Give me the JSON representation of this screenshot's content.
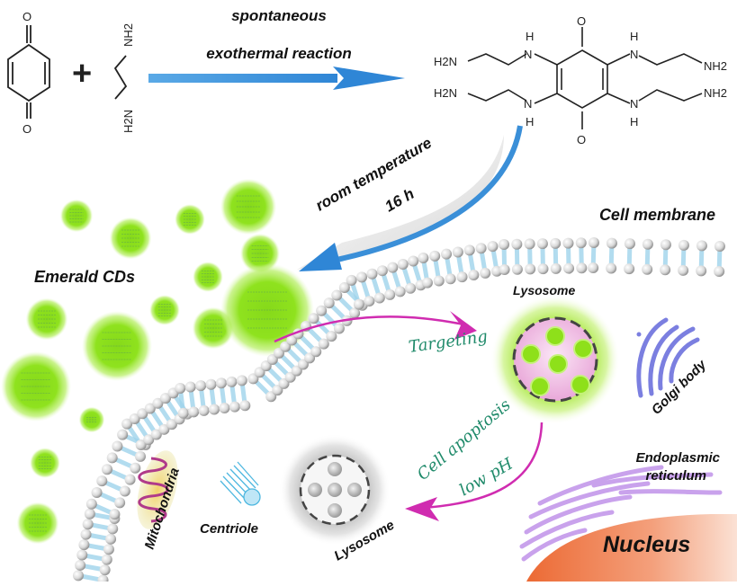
{
  "figure": {
    "type": "graphical-abstract",
    "reaction": {
      "reactant_1": {
        "name": "p-benzoquinone",
        "atoms": [
          "O",
          "O"
        ]
      },
      "plus_sign": "+",
      "reactant_2": {
        "name": "ethylenediamine",
        "atoms": [
          "H2N",
          "NH2"
        ]
      },
      "arrow_label_line1": "spontaneous",
      "arrow_label_line2": "exothermal reaction",
      "product": {
        "name": "tetrakis(aminoethylamino)-benzoquinone",
        "atoms": [
          "O",
          "O",
          "H",
          "N",
          "H2N",
          "H",
          "N",
          "NH2",
          "H2N",
          "N",
          "H",
          "N",
          "H",
          "NH2"
        ]
      }
    },
    "curved_arrow_label_line1": "room temperature",
    "curved_arrow_label_line2": "16 h",
    "labels": {
      "emerald_cds": "Emerald CDs",
      "cell_membrane": "Cell membrane",
      "lysosome_top": "Lysosome",
      "targeting": "Targeting",
      "golgi_body": "Golgi body",
      "cell_apoptosis": "Cell apoptosis",
      "low_ph": "low pH",
      "endoplasmic_line1": "Endoplasmic",
      "endoplasmic_line2": "reticulum",
      "nucleus": "Nucleus",
      "mitochondria": "Mitochondria",
      "centriole": "Centriole",
      "lysosome_bottom": "Lysosome"
    },
    "colors": {
      "arrow_blue": "#3a8fd8",
      "cd_green": "#8ee01a",
      "magenta_arrow": "#d02cb0",
      "script_text": "#1f8a6a",
      "golgi": "#7b7fe0",
      "er": "#c9a2ec",
      "nucleus": "#ee7a4a",
      "lysosome_pink": "#f1c3e6",
      "membrane_tail": "#9fd4ec"
    }
  }
}
